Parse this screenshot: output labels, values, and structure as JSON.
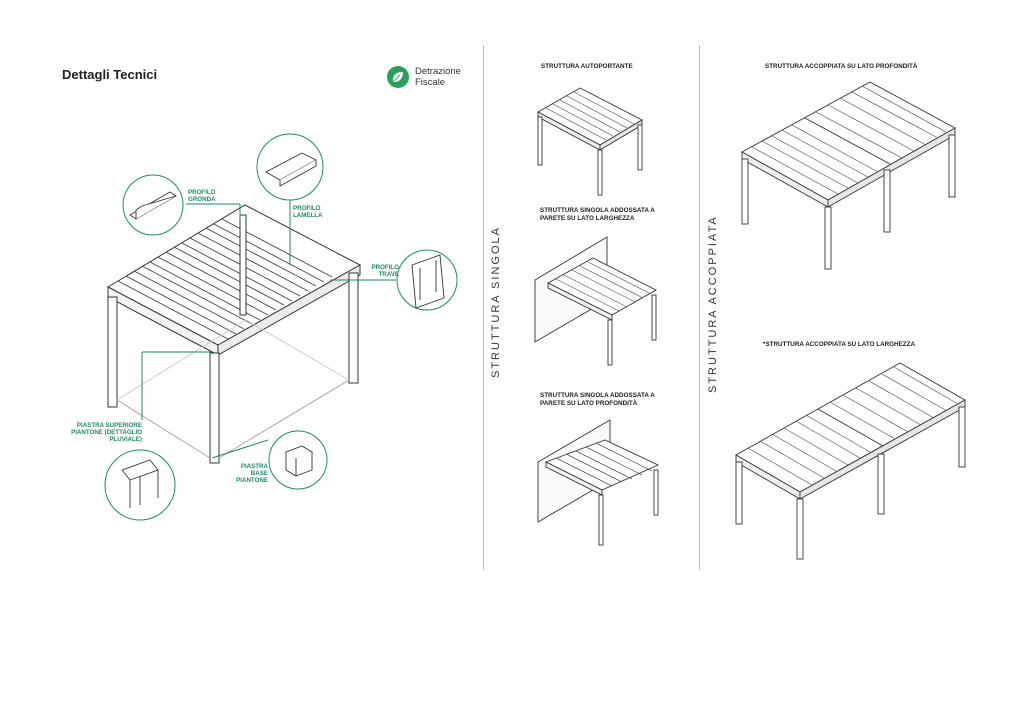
{
  "page": {
    "title": "Dettagli Tecnici",
    "badge": {
      "line1": "Detrazione",
      "line2": "Fiscale",
      "icon": "leaf-icon",
      "color": "#2aa05a"
    },
    "accent": "#1f8a6a"
  },
  "callouts": {
    "gronda": "PROFILO GRONDA",
    "lamella": "PROFILO LAMELLA",
    "trave": "PROFILO TRAVE",
    "piastra_sup": "PIASTRA SUPERIORE PIANTONE (DETTAGLIO PLUVIALE)",
    "piastra_base": "PIASTRA BASE PIANTONE"
  },
  "singola": {
    "vertical_label": "STRUTTURA SINGOLA",
    "autoportante": "STRUTTURA AUTOPORTANTE",
    "addossata_larghezza": "STRUTTURA SINGOLA ADDOSSATA A PARETE SU LATO LARGHEZZA",
    "addossata_profondita": "STRUTTURA SINGOLA ADDOSSATA A PARETE SU LATO PROFONDITÀ"
  },
  "accoppiata": {
    "vertical_label": "STRUTTURA ACCOPPIATA",
    "profondita": "STRUTTURA ACCOPPIATA SU LATO PROFONDITÀ",
    "larghezza": "*STRUTTURA ACCOPPIATA SU LATO LARGHEZZA"
  }
}
